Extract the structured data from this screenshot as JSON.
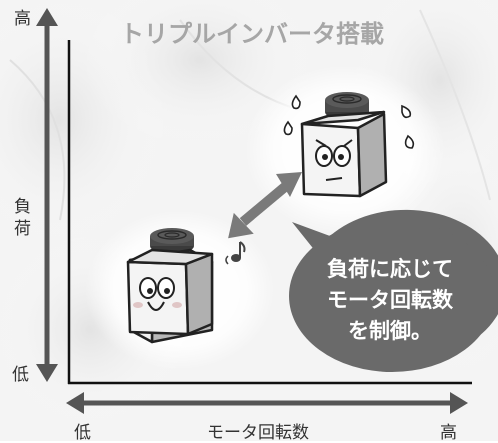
{
  "title": "トリプルインバータ搭載",
  "y_axis": {
    "top": "高",
    "middle": "負荷",
    "bottom": "低"
  },
  "x_axis": {
    "left": "低",
    "label": "モータ回転数",
    "right": "高"
  },
  "callout": {
    "lines": [
      "負荷に応じて",
      "モータ回転数",
      "を制御。"
    ]
  },
  "icons": [
    "happy-cube-icon",
    "stressed-cube-icon",
    "sweat-drop-icon",
    "music-note-icon",
    "double-arrow-icon"
  ],
  "colors": {
    "axis": "#555555",
    "bubble": "#6a6a6a",
    "title": "#a6a6a6",
    "arrow": "#7a7a7a"
  }
}
